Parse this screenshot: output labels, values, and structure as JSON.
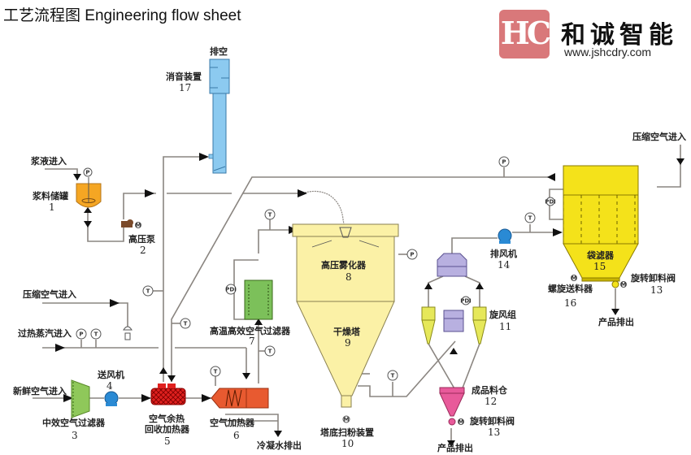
{
  "header": {
    "title": "工艺流程图  Engineering flow sheet"
  },
  "logo": {
    "mark": "HC",
    "brand": "和诚智能",
    "url": "www.jshcdry.com",
    "color": "#d9787a"
  },
  "equipment": [
    {
      "id": 1,
      "label": "浆料储罐",
      "number": "1",
      "color": "#f5a623"
    },
    {
      "id": 2,
      "label": "高压泵",
      "number": "2",
      "color": "#7a4a2a"
    },
    {
      "id": 3,
      "label": "中效空气过滤器",
      "number": "3",
      "color": "#8fc85a"
    },
    {
      "id": 4,
      "label": "送风机",
      "number": "4",
      "color": "#2a8ad4"
    },
    {
      "id": 5,
      "label_line1": "空气余热",
      "label_line2": "回收加热器",
      "number": "5",
      "color": "#e0201e"
    },
    {
      "id": 6,
      "label": "空气加热器",
      "number": "6",
      "color": "#e85a30"
    },
    {
      "id": 7,
      "label": "高温高效空气过滤器",
      "number": "7",
      "color": "#7cc05a"
    },
    {
      "id": 8,
      "label": "高压雾化器",
      "number": "8",
      "color": "#fbf1a6"
    },
    {
      "id": 9,
      "label": "干燥塔",
      "number": "9",
      "color": "#fbf1a6"
    },
    {
      "id": 10,
      "label": "塔底扫粉装置",
      "number": "10",
      "color": "#fbf1a6"
    },
    {
      "id": 11,
      "label": "旋风组",
      "number": "11",
      "color": "#e6e85a"
    },
    {
      "id": 12,
      "label": "成品料仓",
      "number": "12",
      "color": "#e85a9a"
    },
    {
      "id": 13,
      "label": "旋转卸料阀",
      "number": "13",
      "color": "#e85a9a"
    },
    {
      "id": 14,
      "label": "排风机",
      "number": "14",
      "color": "#2a8ad4"
    },
    {
      "id": 15,
      "label": "袋滤器",
      "number": "15",
      "color": "#f4e21a"
    },
    {
      "id": 16,
      "label": "螺旋送料器",
      "number": "16",
      "color": "#f4e21a"
    },
    {
      "id": 17,
      "label": "消音装置",
      "number": "17",
      "color": "#8ccaf0"
    },
    {
      "id": "13b",
      "label": "旋转卸料阀",
      "number": "13",
      "color": "#f4e21a"
    }
  ],
  "streams": {
    "slurry_in": "浆液进入",
    "compressed_air_in": "压缩空气进入",
    "steam_in": "过热蒸汽进入",
    "fresh_air_in": "新鲜空气进入",
    "condensate_out": "冷凝水排出",
    "product_out": "产品排出",
    "product_out_2": "产品排出",
    "exhaust": "排空",
    "compressed_air_in_2": "压缩空气进入"
  },
  "instruments": {
    "p": "P",
    "t": "T",
    "pdi": "PDI",
    "m": "M"
  }
}
